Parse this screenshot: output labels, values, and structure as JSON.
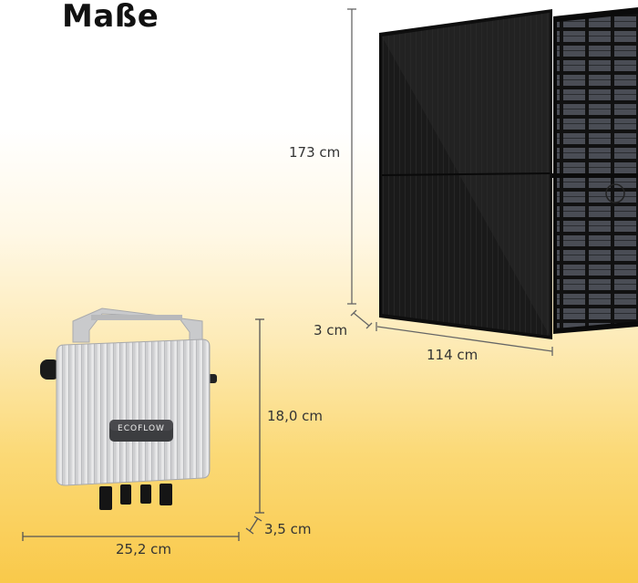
{
  "title": "Maße",
  "solar_panel": {
    "height_label": "173 cm",
    "depth_label": "3 cm",
    "width_label": "114 cm"
  },
  "inverter": {
    "brand": "ECOFLOW",
    "height_label": "18,0 cm",
    "depth_label": "3,5 cm",
    "width_label": "25,2 cm"
  },
  "colors": {
    "background_top": "#ffffff",
    "background_bottom": "#f9c94a",
    "panel": "#151515",
    "inverter_body": "#d9dadc",
    "dimension_line": "#555555"
  }
}
